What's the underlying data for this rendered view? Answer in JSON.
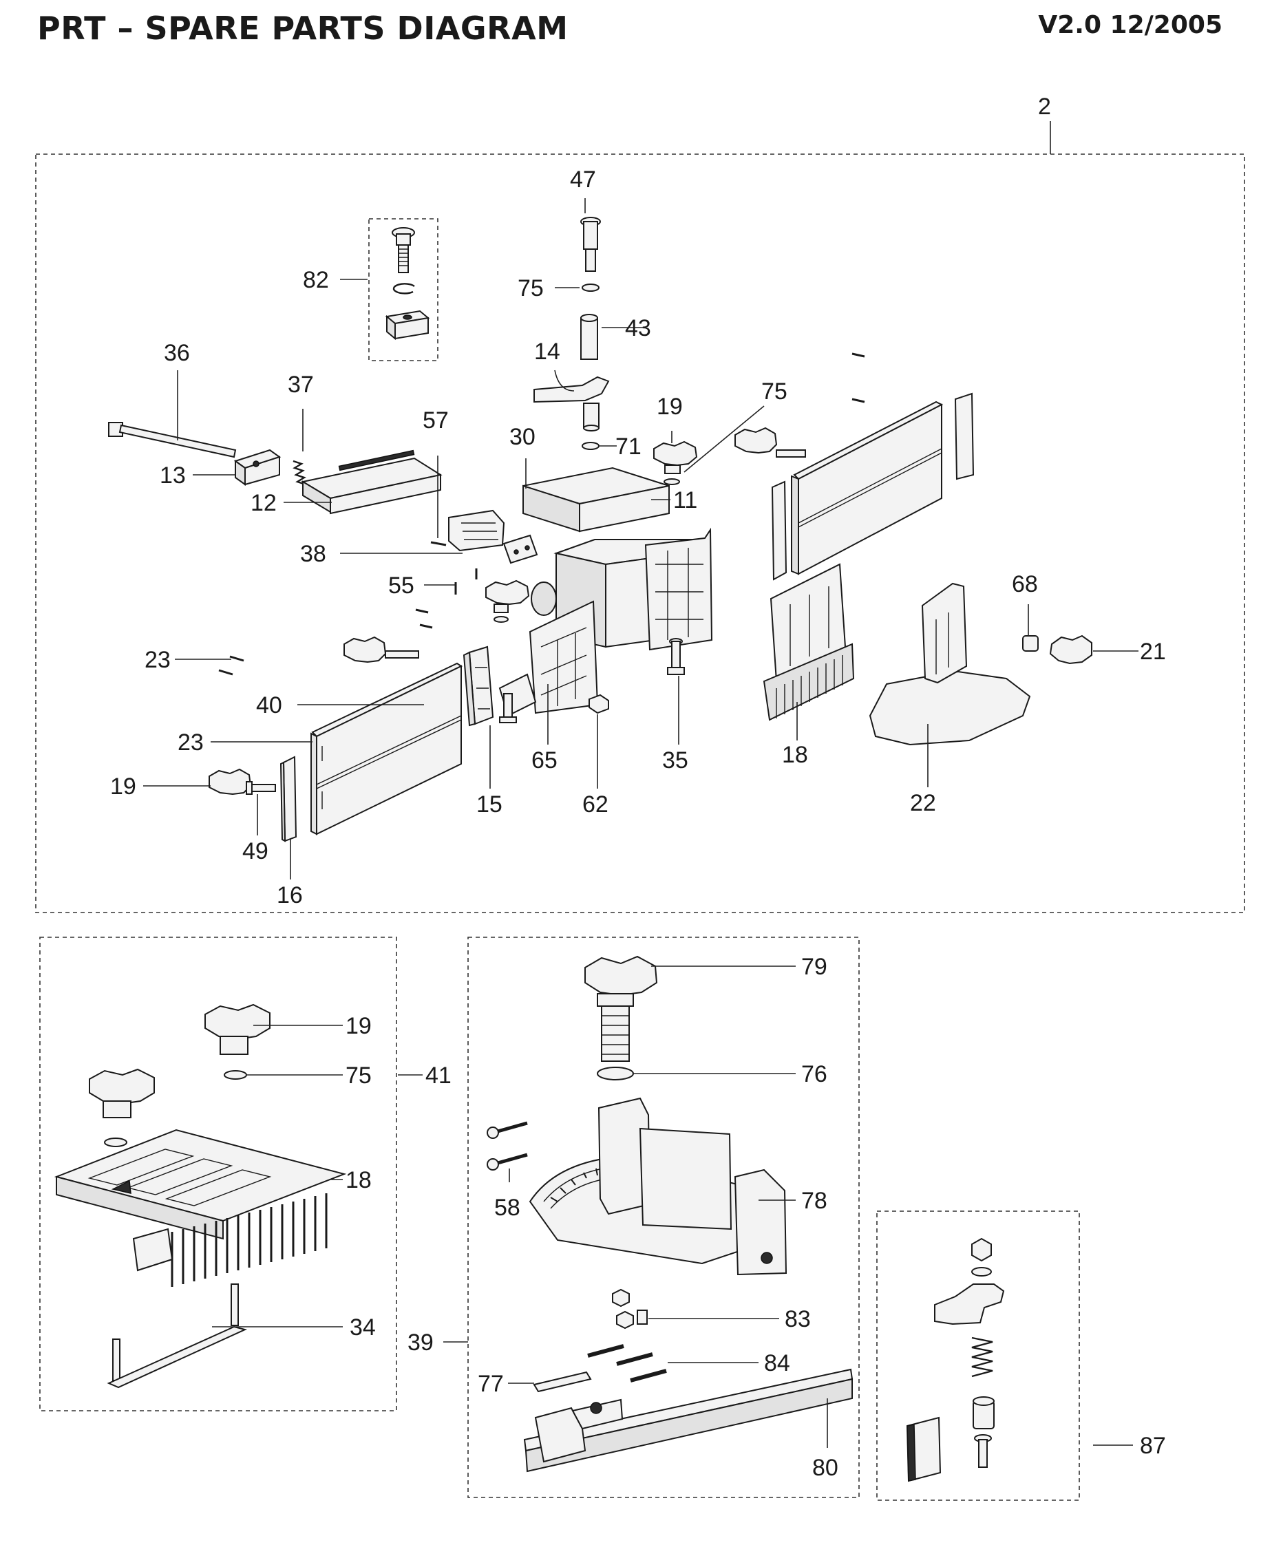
{
  "header": {
    "title": "PRT – SPARE PARTS DIAGRAM",
    "version": "V2.0 12/2005"
  },
  "assemblies": {
    "main": "2",
    "featherboard": "41",
    "miter_gauge": "39",
    "lock_kit": "87"
  },
  "labels": [
    {
      "id": "l2",
      "text": "2"
    },
    {
      "id": "l47",
      "text": "47"
    },
    {
      "id": "l75a",
      "text": "75"
    },
    {
      "id": "l82",
      "text": "82"
    },
    {
      "id": "l43",
      "text": "43"
    },
    {
      "id": "l36",
      "text": "36"
    },
    {
      "id": "l14",
      "text": "14"
    },
    {
      "id": "l37",
      "text": "37"
    },
    {
      "id": "l57",
      "text": "57"
    },
    {
      "id": "l30",
      "text": "30"
    },
    {
      "id": "l19a",
      "text": "19"
    },
    {
      "id": "l75b",
      "text": "75"
    },
    {
      "id": "l71",
      "text": "71"
    },
    {
      "id": "l13",
      "text": "13"
    },
    {
      "id": "l11",
      "text": "11"
    },
    {
      "id": "l12",
      "text": "12"
    },
    {
      "id": "l38",
      "text": "38"
    },
    {
      "id": "l68",
      "text": "68"
    },
    {
      "id": "l55",
      "text": "55"
    },
    {
      "id": "l21",
      "text": "21"
    },
    {
      "id": "l23a",
      "text": "23"
    },
    {
      "id": "l40",
      "text": "40"
    },
    {
      "id": "l23b",
      "text": "23"
    },
    {
      "id": "l65",
      "text": "65"
    },
    {
      "id": "l35",
      "text": "35"
    },
    {
      "id": "l18a",
      "text": "18"
    },
    {
      "id": "l19b",
      "text": "19"
    },
    {
      "id": "l15",
      "text": "15"
    },
    {
      "id": "l62",
      "text": "62"
    },
    {
      "id": "l22",
      "text": "22"
    },
    {
      "id": "l49",
      "text": "49"
    },
    {
      "id": "l16",
      "text": "16"
    },
    {
      "id": "l19c",
      "text": "19"
    },
    {
      "id": "l75c",
      "text": "75"
    },
    {
      "id": "l41",
      "text": "41"
    },
    {
      "id": "l18b",
      "text": "18"
    },
    {
      "id": "l34",
      "text": "34"
    },
    {
      "id": "l79",
      "text": "79"
    },
    {
      "id": "l76",
      "text": "76"
    },
    {
      "id": "l58",
      "text": "58"
    },
    {
      "id": "l78",
      "text": "78"
    },
    {
      "id": "l83",
      "text": "83"
    },
    {
      "id": "l39",
      "text": "39"
    },
    {
      "id": "l84",
      "text": "84"
    },
    {
      "id": "l77",
      "text": "77"
    },
    {
      "id": "l80",
      "text": "80"
    },
    {
      "id": "l87",
      "text": "87"
    }
  ]
}
